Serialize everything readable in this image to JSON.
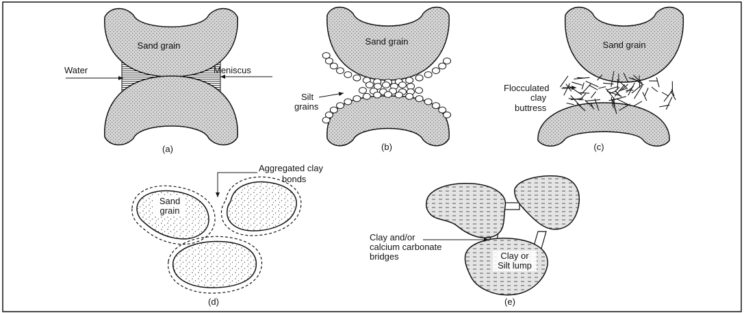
{
  "panels": {
    "a": {
      "caption": "(a)",
      "grain_label": "Sand grain",
      "left_label": "Water",
      "right_label": "Meniscus"
    },
    "b": {
      "caption": "(b)",
      "grain_label": "Sand grain",
      "silt_label": [
        "Silt",
        "grains"
      ]
    },
    "c": {
      "caption": "(c)",
      "grain_label": "Sand grain",
      "buttress_label": [
        "Flocculated",
        "clay",
        "buttress"
      ]
    },
    "d": {
      "caption": "(d)",
      "bond_label": [
        "Aggregated clay",
        "bonds"
      ],
      "grain_label": [
        "Sand",
        "grain"
      ]
    },
    "e": {
      "caption": "(e)",
      "bridge_label": [
        "Clay and/or",
        "calcium carbonate",
        "bridges"
      ],
      "lump_label": [
        "Clay or",
        "Silt lump"
      ]
    }
  }
}
